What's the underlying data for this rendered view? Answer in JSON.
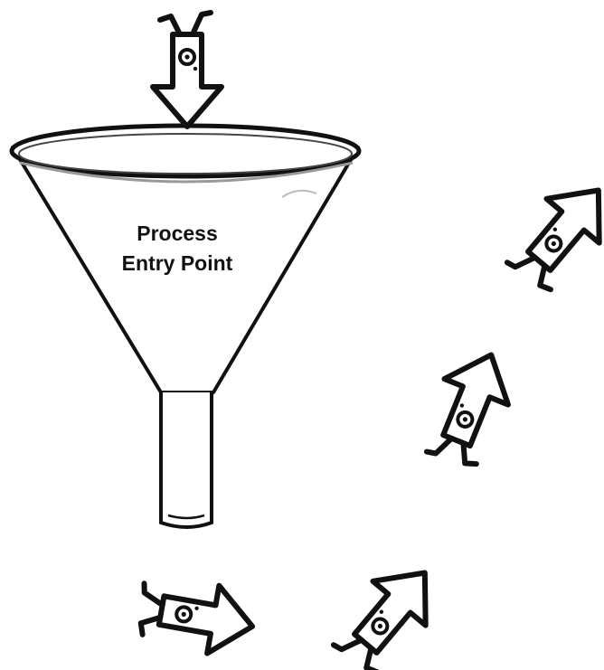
{
  "funnel": {
    "label_line1": "Process",
    "label_line2": "Entry Point"
  },
  "figures": [
    {
      "name": "arrow-figure-entering",
      "icon": "down-arrow-walker-icon"
    },
    {
      "name": "arrow-figure-exiting",
      "icon": "right-arrow-walker-icon"
    },
    {
      "name": "arrow-figure-returning-1",
      "icon": "up-arrow-walker-icon"
    },
    {
      "name": "arrow-figure-returning-2",
      "icon": "up-arrow-walker-icon"
    },
    {
      "name": "arrow-figure-returning-3",
      "icon": "up-arrow-walker-icon"
    }
  ],
  "colors": {
    "ink": "#111111",
    "background": "#ffffff"
  }
}
